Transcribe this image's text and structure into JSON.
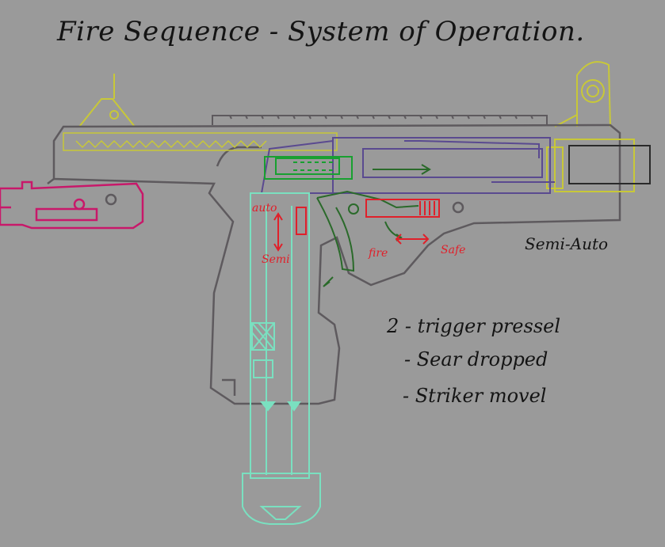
{
  "title": "Fire Sequence - System of Operation.",
  "mode_label": "Semi-Auto",
  "selector_labels": {
    "auto": "auto",
    "semi": "Semi"
  },
  "trigger_labels": {
    "fire": "fire",
    "safe": "Safe"
  },
  "notes": {
    "step": "2 - trigger pressel",
    "line1": "- Sear dropped",
    "line2": "- Striker movel"
  },
  "colors": {
    "background": "#9a9a9a",
    "receiver": "#5e5a5e",
    "sights_rail": "#c8c838",
    "stock": "#c8186a",
    "magazine": "#7ae0c0",
    "internals_purple": "#5a4a90",
    "sear_green": "#18a030",
    "trigger_dark_green": "#2a6a2a",
    "red_markup": "#e0202a",
    "ink": "#141414"
  }
}
